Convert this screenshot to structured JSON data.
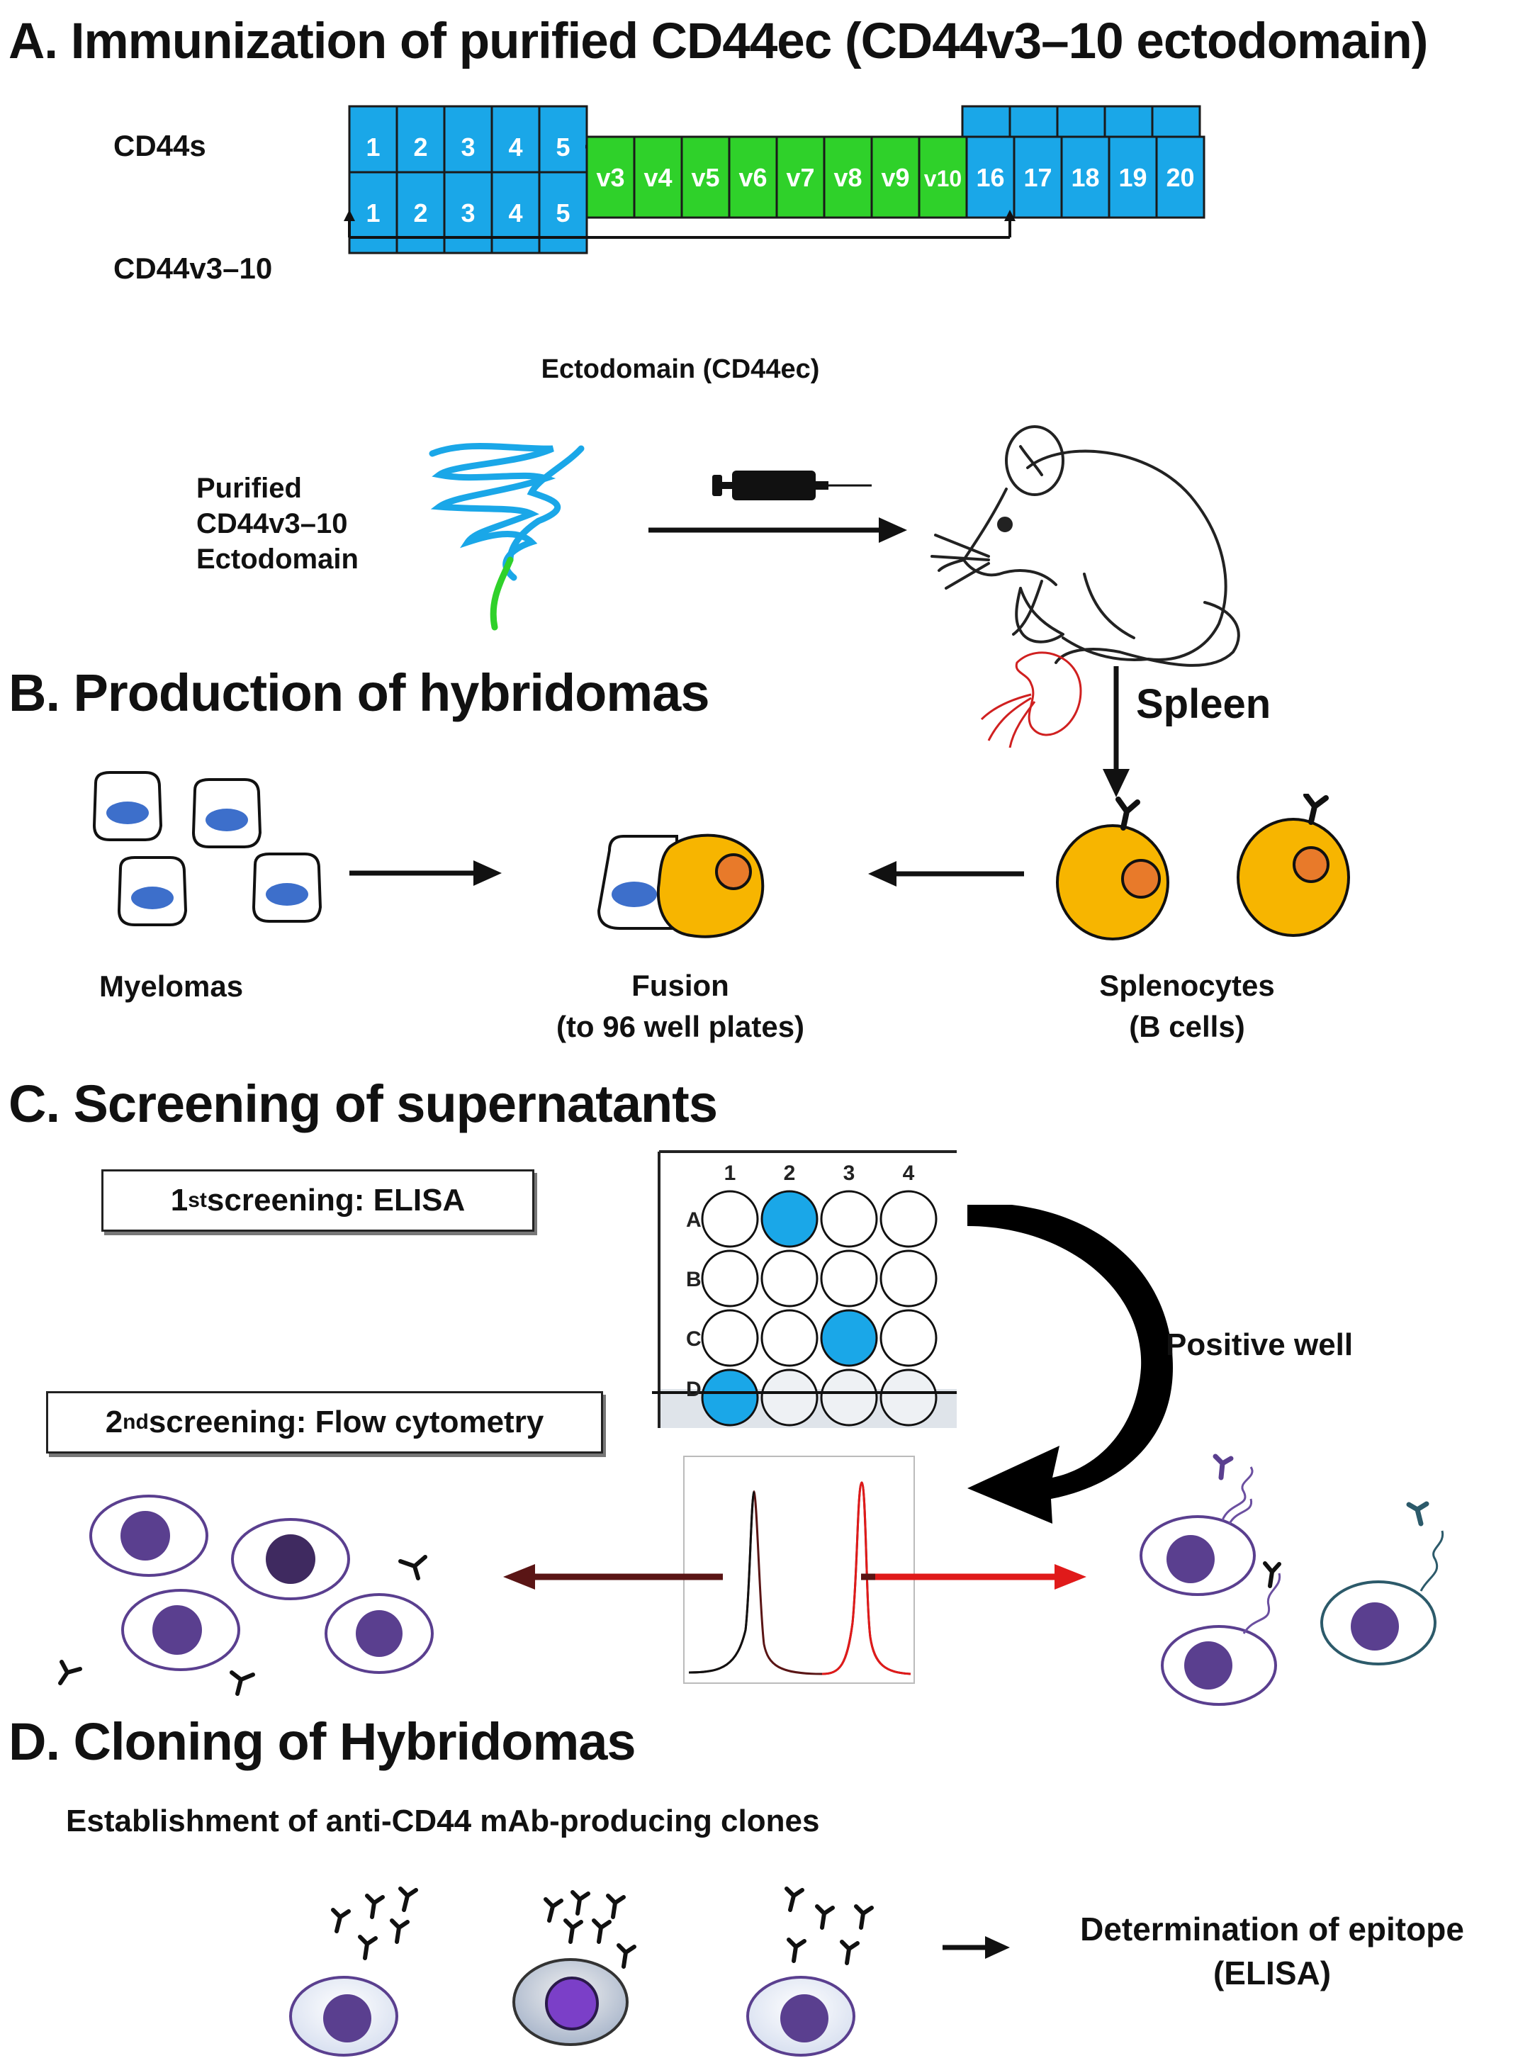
{
  "sections": {
    "a": "A. Immunization of purified CD44ec (CD44v3–10 ectodomain)",
    "b": "B. Production of hybridomas",
    "c": "C. Screening of supernatants",
    "d": "D. Cloning of Hybridomas"
  },
  "cd44s": {
    "label": "CD44s",
    "exons_left": [
      "1",
      "2",
      "3",
      "4",
      "5"
    ],
    "exons_right": [
      "16",
      "17",
      "18",
      "19",
      "20"
    ]
  },
  "cd44v": {
    "label": "CD44v3–10",
    "exons_left": [
      "1",
      "2",
      "3",
      "4",
      "5"
    ],
    "exons_variant": [
      "v3",
      "v4",
      "v5",
      "v6",
      "v7",
      "v8",
      "v9",
      "v10"
    ],
    "exons_right": [
      "16",
      "17",
      "18",
      "19",
      "20"
    ]
  },
  "ectodomain_label": "Ectodomain (CD44ec)",
  "antigen": {
    "line1": "Purified",
    "line2": "CD44v3–10",
    "line3": "Ectodomain"
  },
  "spleen_label": "Spleen",
  "myelomas_label": "Myelomas",
  "fusion": {
    "line1": "Fusion",
    "line2": "(to 96 well plates)"
  },
  "splenocytes": {
    "line1": "Splenocytes",
    "line2": "(B cells)"
  },
  "screen1": {
    "ord": "1",
    "sup": "st",
    "text": " screening: ELISA"
  },
  "screen2": {
    "ord": "2",
    "sup": "nd",
    "text": " screening: Flow cytometry"
  },
  "plate": {
    "cols": [
      "1",
      "2",
      "3",
      "4"
    ],
    "rows": [
      "A",
      "B",
      "C"
    ]
  },
  "positive_well_label": "Positive well",
  "establishment_label": "Establishment of anti-CD44 mAb-producing clones",
  "epitope": {
    "line1": "Determination of epitope",
    "line2": "(ELISA)"
  },
  "colors": {
    "exon_blue": "#1aa7e8",
    "variant_green": "#2fd12a",
    "splenocyte_orange": "#f7b500",
    "nucleus_blue": "#3d6fcb",
    "cell_purple": "#5a3f8f",
    "arrow_dark_red": "#5a1515",
    "arrow_red": "#e01a1a"
  }
}
